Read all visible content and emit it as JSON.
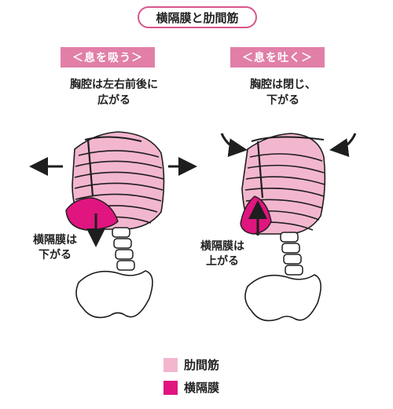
{
  "title": "横隔膜と肋間筋",
  "inhale": {
    "header": "＜息を吸う＞",
    "caption_line1": "胸腔は左右前後に",
    "caption_line2": "広がる",
    "diaphragm_line1": "横隔膜は",
    "diaphragm_line2": "下がる"
  },
  "exhale": {
    "header": "＜息を吐く＞",
    "caption_line1": "胸腔は閉じ、",
    "caption_line2": "下がる",
    "diaphragm_line1": "横隔膜は",
    "diaphragm_line2": "上がる"
  },
  "legend": {
    "items": [
      {
        "label": "肋間筋",
        "color": "#f3b6cf"
      },
      {
        "label": "横隔膜",
        "color": "#e0157f"
      }
    ]
  },
  "colors": {
    "accent": "#e17fa8",
    "intercostal": "#f3b6cf",
    "diaphragm": "#e0157f",
    "outline": "#1e1e1e"
  }
}
